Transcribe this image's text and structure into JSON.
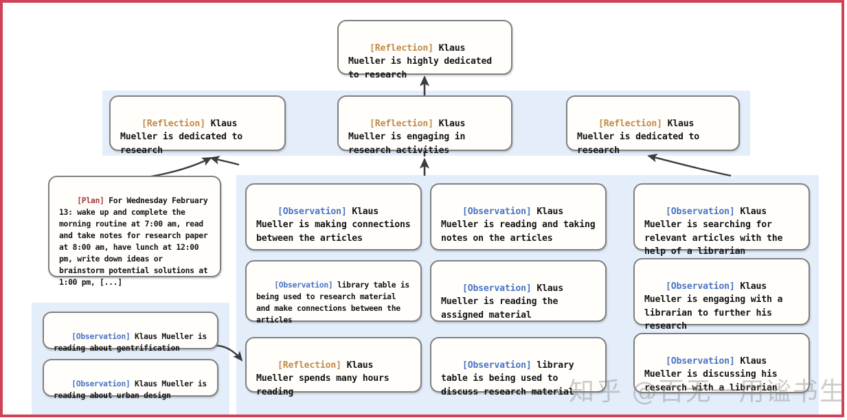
{
  "figure": {
    "border_color": "#cf4257",
    "band_color": "#e4eefb",
    "node_border_color": "#7f7f7f",
    "node_fill_color": "#fffefb"
  },
  "tags": {
    "reflection": "[Reflection]",
    "observation": "[Observation]",
    "plan": "[Plan]",
    "reflection_color": "#c08b48",
    "observation_color": "#4a73c4",
    "plan_color": "#a63a3a"
  },
  "nodes": {
    "root_reflection": {
      "tag": "[Reflection]",
      "text": " Klaus Mueller is highly dedicated to research"
    },
    "mid_reflection_left": {
      "tag": "[Reflection]",
      "text": " Klaus Mueller is dedicated to research"
    },
    "mid_reflection_center": {
      "tag": "[Reflection]",
      "text": " Klaus Mueller is engaging in research activities"
    },
    "mid_reflection_right": {
      "tag": "[Reflection]",
      "text": " Klaus Mueller is dedicated to research"
    },
    "plan_node": {
      "tag": "[Plan]",
      "text": " For Wednesday February 13: wake up and complete the morning routine at 7:00 am, read and take notes for research paper at 8:00 am, have lunch at 12:00 pm, write down ideas or brainstorm potential solutions at 1:00 pm, [...]"
    },
    "left_obs_1": {
      "tag": "[Observation]",
      "text": " Klaus Mueller is reading about gentrification"
    },
    "left_obs_2": {
      "tag": "[Observation]",
      "text": " Klaus Mueller is reading about urban design"
    },
    "col1_obs_1": {
      "tag": "[Observation]",
      "text": " Klaus Mueller is making connections between the articles"
    },
    "col1_obs_2": {
      "tag": "[Observation]",
      "text": " library table is being used to research material and make connections between the articles"
    },
    "col1_reflection": {
      "tag": "[Reflection]",
      "text": " Klaus Mueller spends many hours reading"
    },
    "col2_obs_1": {
      "tag": "[Observation]",
      "text": " Klaus Mueller is reading and taking notes on the articles"
    },
    "col2_obs_2": {
      "tag": "[Observation]",
      "text": " Klaus Mueller is reading the assigned material"
    },
    "col2_obs_3": {
      "tag": "[Observation]",
      "text": " library table is being used to discuss research material"
    },
    "col3_obs_1": {
      "tag": "[Observation]",
      "text": " Klaus Mueller is searching for relevant articles with the help of a librarian"
    },
    "col3_obs_2": {
      "tag": "[Observation]",
      "text": " Klaus Mueller is engaging with a librarian to further his research"
    },
    "col3_obs_3": {
      "tag": "[Observation]",
      "text": " Klaus Mueller is discussing his research with a librarian"
    }
  },
  "watermark": {
    "text": "知乎 @百无一用谧书生"
  }
}
